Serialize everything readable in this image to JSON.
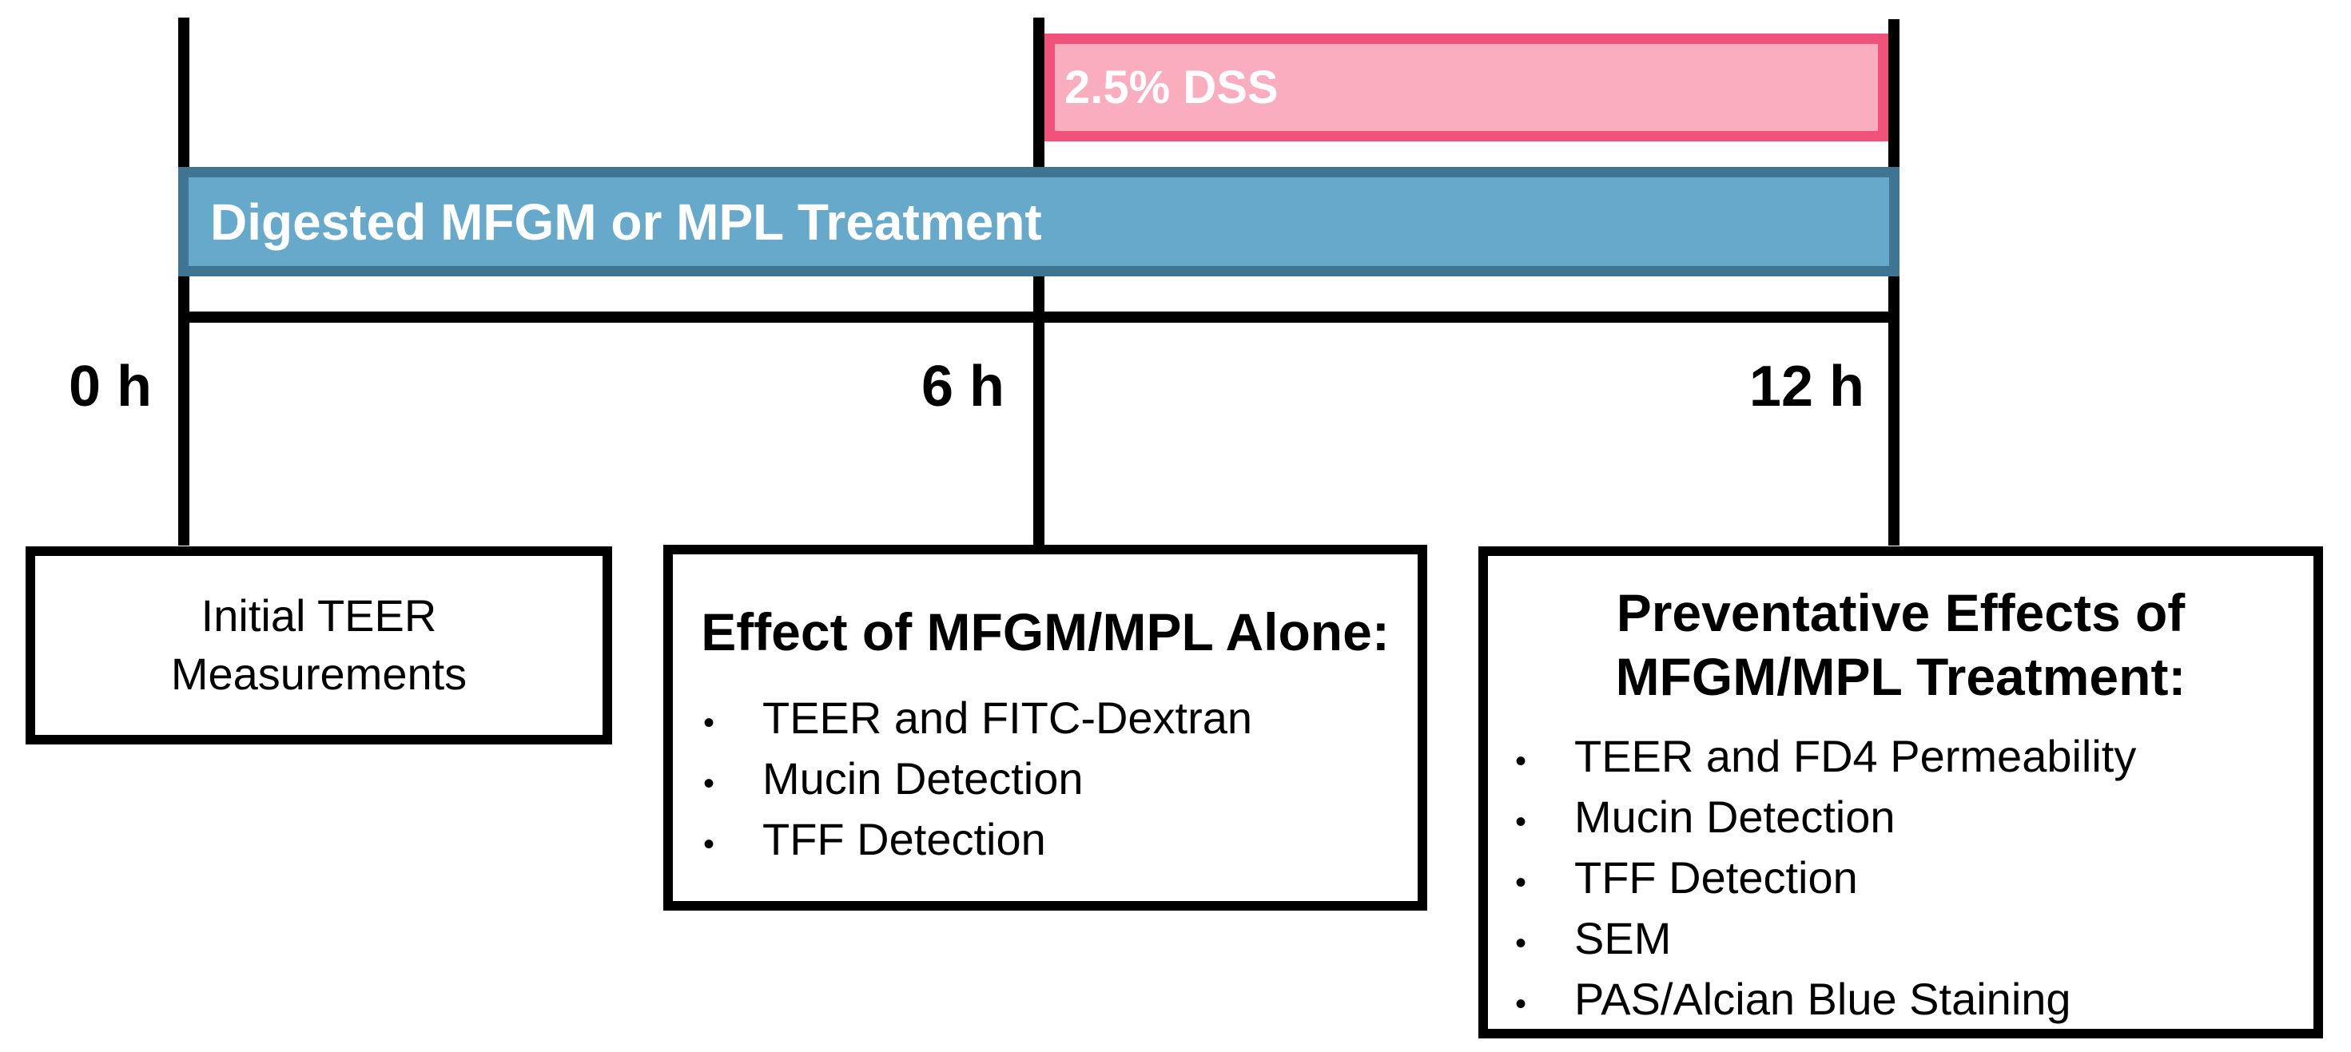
{
  "diagram": {
    "bars": {
      "dss_label": "2.5% DSS",
      "treatment_label": "Digested MFGM or MPL Treatment"
    },
    "ticks": [
      {
        "label": "0 h"
      },
      {
        "label": "6 h"
      },
      {
        "label": "12 h"
      }
    ],
    "boxes": {
      "initial": {
        "line1": "Initial TEER",
        "line2": "Measurements"
      },
      "effect": {
        "heading": "Effect of MFGM/MPL Alone:",
        "bullets": [
          "TEER and FITC-Dextran",
          "Mucin Detection",
          "TFF Detection"
        ]
      },
      "preventative": {
        "heading_line1": "Preventative Effects of",
        "heading_line2": "MFGM/MPL Treatment:",
        "bullets": [
          "TEER and FD4 Permeability",
          "Mucin Detection",
          "TFF Detection",
          "SEM",
          "PAS/Alcian Blue Staining"
        ]
      }
    },
    "colors": {
      "dss_fill": "#FBADC0",
      "dss_border": "#F0527B",
      "treatment_fill": "#67A9CB",
      "treatment_border": "#3E7593",
      "line_color": "#000000",
      "box_border": "#000000",
      "bar_text": "#FFFFFF"
    }
  }
}
